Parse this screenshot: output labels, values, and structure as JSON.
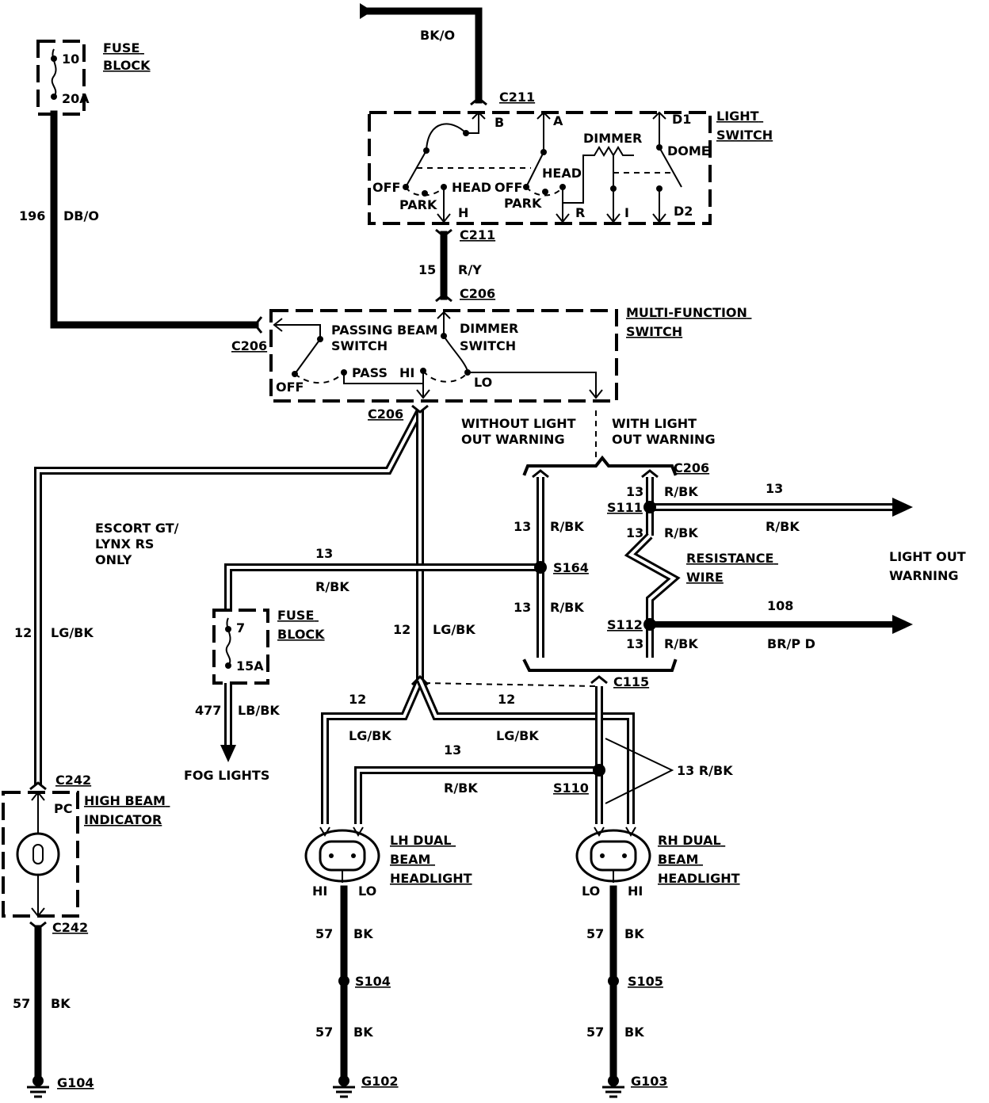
{
  "components": {
    "fuse_block_1": {
      "label": "FUSE\nBLOCK",
      "fuse_no": "10",
      "rating": "20A"
    },
    "fuse_block_2": {
      "label": "FUSE\nBLOCK",
      "fuse_no": "7",
      "rating": "15A"
    },
    "light_switch": {
      "label": "LIGHT\nSWITCH",
      "terminals": [
        "B",
        "A",
        "D1",
        "D2",
        "H",
        "R",
        "I"
      ],
      "positions": [
        "OFF",
        "PARK",
        "HEAD",
        "OFF",
        "PARK",
        "HEAD",
        "DIMMER",
        "DOME"
      ]
    },
    "multi_function_switch": {
      "label": "MULTI-FUNCTION\nSWITCH",
      "passing_beam": "PASSING BEAM\nSWITCH",
      "dimmer": "DIMMER\nSWITCH",
      "positions": [
        "OFF",
        "PASS",
        "HI",
        "LO"
      ]
    },
    "high_beam_indicator": {
      "label": "HIGH BEAM\nINDICATOR",
      "terminal": "PC"
    },
    "lh_headlight": {
      "label": "LH DUAL\nBEAM\nHEADLIGHT",
      "hi": "HI",
      "lo": "LO"
    },
    "rh_headlight": {
      "label": "RH DUAL\nBEAM\nHEADLIGHT",
      "lo": "LO",
      "hi": "HI"
    },
    "resistance_wire": {
      "label": "RESISTANCE\nWIRE"
    }
  },
  "connectors": [
    "C211",
    "C211",
    "C206",
    "C206",
    "C206",
    "C206",
    "C115",
    "C242",
    "C242"
  ],
  "splices": [
    "S111",
    "S112",
    "S164",
    "S110",
    "S104",
    "S105"
  ],
  "grounds": [
    "G104",
    "G102",
    "G103"
  ],
  "notes": {
    "escort": "ESCORT GT/\nLYNX RS\nONLY",
    "without": "WITHOUT LIGHT\nOUT WARNING",
    "with": "WITH LIGHT\nOUT WARNING",
    "light_out": "LIGHT OUT\nWARNING",
    "fog": "FOG LIGHTS",
    "rbk_13": "13 R/BK"
  },
  "wires": {
    "bko": "BK/O",
    "c196": "196",
    "dbo": "DB/O",
    "c15": "15",
    "ry": "R/Y",
    "c12": "12",
    "lgbk": "LG/BK",
    "c13": "13",
    "rbk": "R/BK",
    "c477": "477",
    "lbbk": "LB/BK",
    "c108": "108",
    "brpd": "BR/P D",
    "c57": "57",
    "bk": "BK"
  }
}
